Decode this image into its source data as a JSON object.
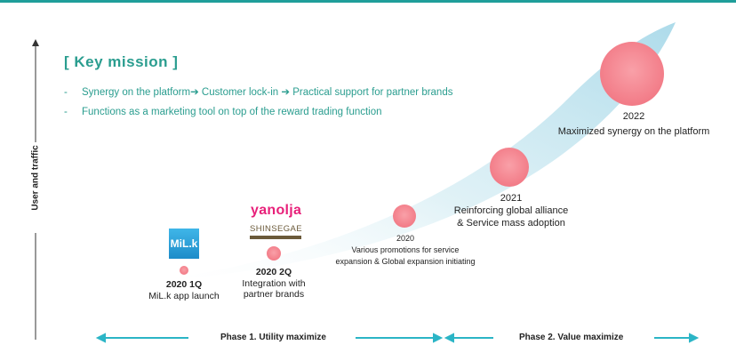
{
  "axis": {
    "y_label": "User and traffic"
  },
  "mission": {
    "title": "[ Key mission ]",
    "lines": [
      "Synergy on the platform➔ Customer lock-in ➔ Practical support for partner brands",
      "Functions as a marketing tool on top of the reward trading function"
    ]
  },
  "logos": {
    "milk": "MiL.k",
    "yanolja": "yanolja",
    "shinsegae": "SHINSEGAE"
  },
  "milestones": [
    {
      "year": "2020 1Q",
      "desc": [
        "MiL.k app launch"
      ]
    },
    {
      "year": "2020 2Q",
      "desc": [
        "Integration with",
        "partner brands"
      ]
    },
    {
      "year": "2020",
      "desc": [
        "Various promotions for service",
        "expansion & Global expansion initiating"
      ]
    },
    {
      "year": "2021",
      "desc": [
        "Reinforcing global alliance",
        "& Service mass adoption"
      ]
    },
    {
      "year": "2022",
      "desc": [
        "Maximized synergy on the platform"
      ]
    }
  ],
  "phases": {
    "phase1": "Phase 1. Utility maximize",
    "phase2": "Phase 2. Value maximize"
  },
  "colors": {
    "accent": "#2a9d8f",
    "bubble": "#f4848f",
    "arrow": "#2bb5c6",
    "swoosh": "#bfe3ee"
  }
}
